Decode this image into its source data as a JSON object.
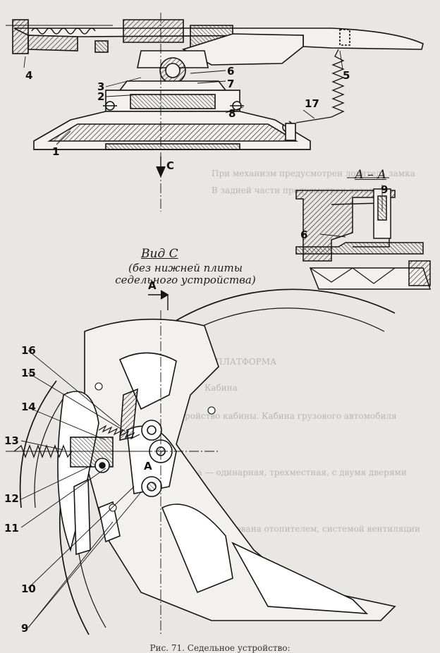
{
  "figure": {
    "caption": "Рис. 71. Седельное устройство:",
    "view_c": {
      "title": "Вид С",
      "subtitle": "(без нижней плиты седельного устройства)"
    },
    "section_label": "А – А",
    "direction_labels": {
      "view_arrow": "С",
      "section_mark_top": "А",
      "section_mark_center": "А"
    },
    "part_numbers_top": [
      "1",
      "2",
      "3",
      "4",
      "5",
      "6",
      "7",
      "8",
      "17"
    ],
    "part_numbers_section": [
      "9",
      "6"
    ],
    "part_numbers_bottom": [
      "16",
      "15",
      "14",
      "13",
      "12",
      "11",
      "10",
      "9"
    ]
  },
  "bleed_through": {
    "lines": [
      "При механизм предусмотрен ловитель замка",
      "В задней части предусмотрен лоток",
      "Устройство кабины. Кабина грузового автомобиля",
      "Кабина — одинарная, трехместная, с двумя дверями",
      "Кабина оборудована отопителем, системой вентиляции"
    ],
    "headings": [
      "КАБИНА И ПЛАТФОРМА",
      "Кабина"
    ]
  }
}
